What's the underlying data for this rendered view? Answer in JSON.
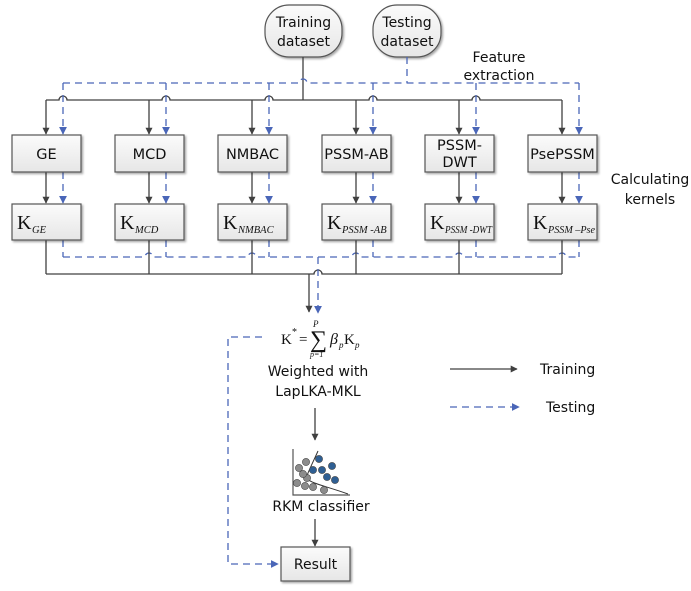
{
  "datasets": {
    "training": [
      "Training",
      "dataset"
    ],
    "testing": [
      "Testing",
      "dataset"
    ]
  },
  "annotations": {
    "feature_extraction": [
      "Feature",
      "extraction"
    ],
    "calculating_kernels": [
      "Calculating",
      "kernels"
    ]
  },
  "feature_methods": [
    {
      "id": "ge",
      "label": [
        "GE"
      ],
      "kernel_main": "K",
      "kernel_sub": "GE"
    },
    {
      "id": "mcd",
      "label": [
        "MCD"
      ],
      "kernel_main": "K",
      "kernel_sub": "MCD"
    },
    {
      "id": "nmbac",
      "label": [
        "NMBAC"
      ],
      "kernel_main": "K",
      "kernel_sub": "NMBAC"
    },
    {
      "id": "pssm-ab",
      "label": [
        "PSSM-AB"
      ],
      "kernel_main": "K",
      "kernel_sub": "PSSM -AB"
    },
    {
      "id": "pssm-dwt",
      "label": [
        "PSSM-",
        "DWT"
      ],
      "kernel_main": "K",
      "kernel_sub": "PSSM -DWT"
    },
    {
      "id": "psepssm",
      "label": [
        "PsePSSM"
      ],
      "kernel_main": "K",
      "kernel_sub": "PSSM –Pse"
    }
  ],
  "formula": {
    "lhs": "K",
    "lhs_sup": "*",
    "equals": "=",
    "sum": "∑",
    "upper": "P",
    "lower": "p=1",
    "beta": "β",
    "beta_sub": "p",
    "k": "K",
    "k_sub": "p"
  },
  "weighting": [
    "Weighted with",
    "LapLKA-MKL"
  ],
  "classifier": {
    "label": "RKM classifier",
    "icon": "scatter-plot-icon"
  },
  "result": {
    "label": "Result"
  },
  "legend": {
    "training": "Training",
    "testing": "Testing"
  },
  "colors": {
    "training_line": "#404040",
    "testing_line": "#4a66b8",
    "box_fill": "#f2f2f2",
    "box_border": "#555555",
    "class_a_point": "#8c8c8c",
    "class_b_point": "#2f5f93"
  }
}
